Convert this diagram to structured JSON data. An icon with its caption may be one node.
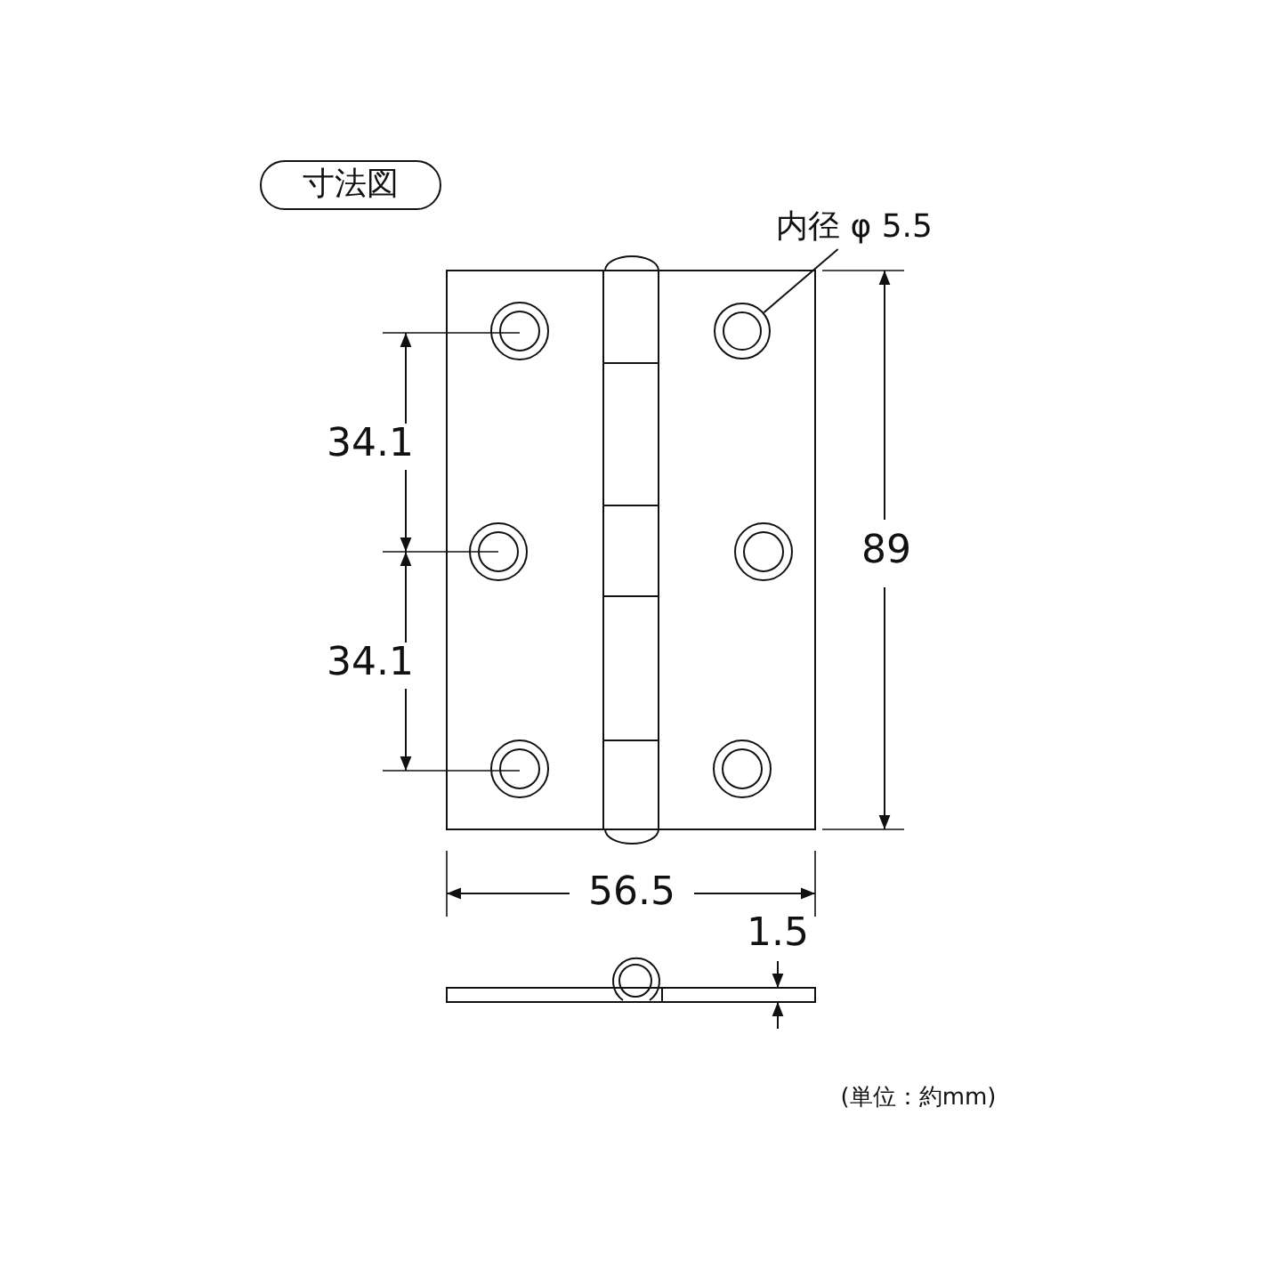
{
  "diagram": {
    "title": "寸法図",
    "nodes": [
      {
        "text": [
          "内径 φ 5.5"
        ]
      },
      {
        "text": [],
        "shape": "circle"
      }
    ],
    "edges": [
      {
        "from": 0,
        "to": 1,
        "arrow": "none"
      }
    ],
    "labels": [
      "34.1",
      "34.1",
      "89",
      "56.5",
      "1.5",
      "(単位：約mm)"
    ]
  }
}
